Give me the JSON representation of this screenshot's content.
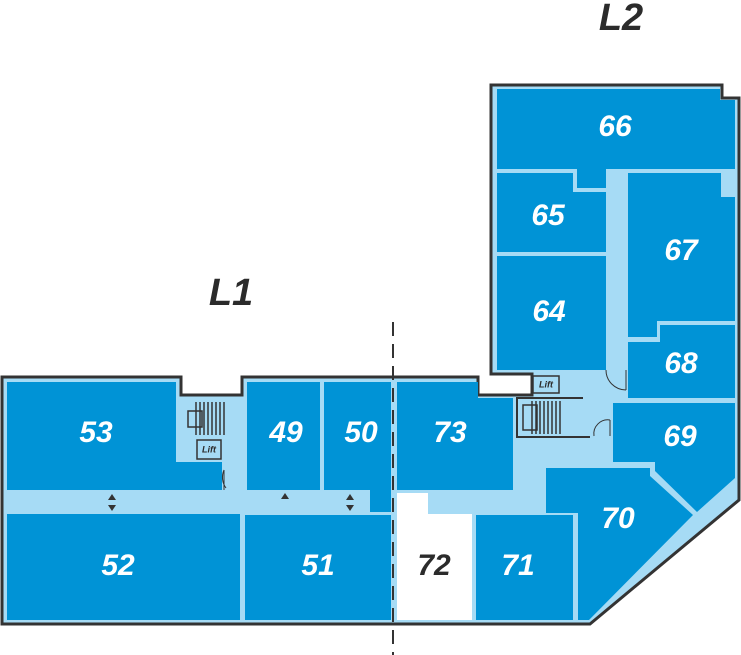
{
  "levels": {
    "l1": "L1",
    "l2": "L2"
  },
  "rooms": {
    "r49": "49",
    "r50": "50",
    "r51": "51",
    "r52": "52",
    "r53": "53",
    "r64": "64",
    "r65": "65",
    "r66": "66",
    "r67": "67",
    "r68": "68",
    "r69": "69",
    "r70": "70",
    "r71": "71",
    "r72": "72",
    "r73": "73"
  },
  "lift_label": "Lift",
  "colors": {
    "room": "#0093d6",
    "corridor": "#a6dbf5",
    "outline": "#333333",
    "unavailable": "#ffffff"
  }
}
